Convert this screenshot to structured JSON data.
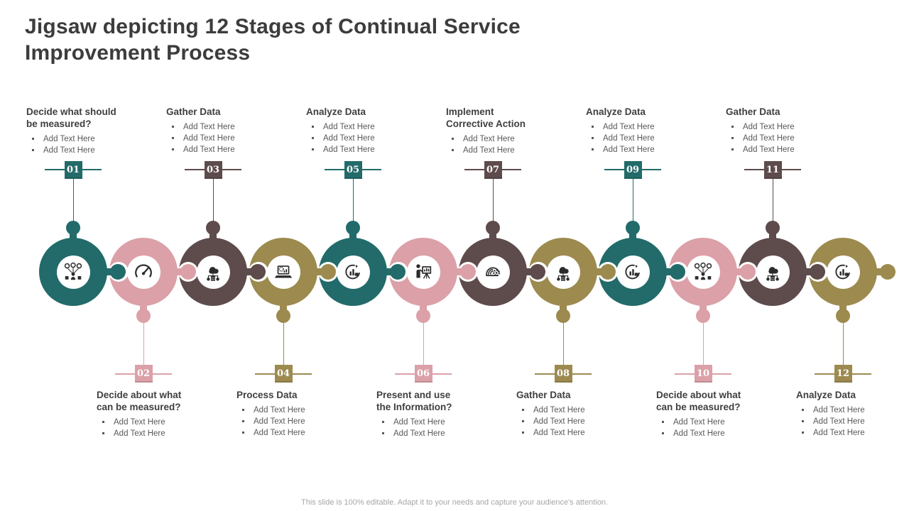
{
  "title": "Jigsaw depicting 12 Stages of Continual Service\nImprovement Process",
  "footer": "This slide is 100% editable. Adapt it to your needs and capture your audience's attention.",
  "palette": {
    "teal": "#226b6a",
    "pink": "#dba0a8",
    "mauve": "#5e4b4b",
    "olive": "#9c8a4f",
    "heading": "#3f3f3f",
    "body-text": "#595959",
    "footer-gray": "#a6a6a6",
    "icon-ink": "#2b2b2b"
  },
  "stages": [
    {
      "num": "01",
      "position": "top",
      "color": "teal",
      "icon": "people-network-icon",
      "title": "Decide what should\nbe measured?",
      "bullets": [
        "Add Text Here",
        "Add Text Here"
      ]
    },
    {
      "num": "02",
      "position": "bottom",
      "color": "pink",
      "icon": "gauge-icon",
      "title": "Decide about what\ncan be measured?",
      "bullets": [
        "Add Text Here",
        "Add Text Here"
      ]
    },
    {
      "num": "03",
      "position": "top",
      "color": "mauve",
      "icon": "cloud-data-icon",
      "title": "Gather Data",
      "bullets": [
        "Add Text Here",
        "Add Text Here",
        "Add Text Here"
      ]
    },
    {
      "num": "04",
      "position": "bottom",
      "color": "olive",
      "icon": "laptop-gear-icon",
      "title": "Process Data",
      "bullets": [
        "Add Text Here",
        "Add Text Here",
        "Add Text Here"
      ]
    },
    {
      "num": "05",
      "position": "top",
      "color": "teal",
      "icon": "analyze-refresh-icon",
      "title": "Analyze Data",
      "bullets": [
        "Add Text Here",
        "Add Text Here",
        "Add Text Here"
      ]
    },
    {
      "num": "06",
      "position": "bottom",
      "color": "pink",
      "icon": "presenter-board-icon",
      "title": "Present and use\nthe Information?",
      "bullets": [
        "Add Text Here",
        "Add Text Here"
      ]
    },
    {
      "num": "07",
      "position": "top",
      "color": "mauve",
      "icon": "hand-gear-icon",
      "title": "Implement\nCorrective Action",
      "bullets": [
        "Add Text Here",
        "Add Text Here"
      ]
    },
    {
      "num": "08",
      "position": "bottom",
      "color": "olive",
      "icon": "cloud-data-icon",
      "title": "Gather Data",
      "bullets": [
        "Add Text Here",
        "Add Text Here",
        "Add Text Here"
      ]
    },
    {
      "num": "09",
      "position": "top",
      "color": "teal",
      "icon": "analyze-refresh-icon",
      "title": "Analyze Data",
      "bullets": [
        "Add Text Here",
        "Add Text Here",
        "Add Text Here"
      ]
    },
    {
      "num": "10",
      "position": "bottom",
      "color": "pink",
      "icon": "people-network-icon",
      "title": "Decide about what\ncan be measured?",
      "bullets": [
        "Add Text Here",
        "Add Text Here"
      ]
    },
    {
      "num": "11",
      "position": "top",
      "color": "mauve",
      "icon": "cloud-data-icon",
      "title": "Gather Data",
      "bullets": [
        "Add Text Here",
        "Add Text Here",
        "Add Text Here"
      ]
    },
    {
      "num": "12",
      "position": "bottom",
      "color": "olive",
      "icon": "analyze-refresh-icon",
      "title": "Analyze Data",
      "bullets": [
        "Add Text Here",
        "Add Text Here",
        "Add Text Here"
      ]
    }
  ]
}
